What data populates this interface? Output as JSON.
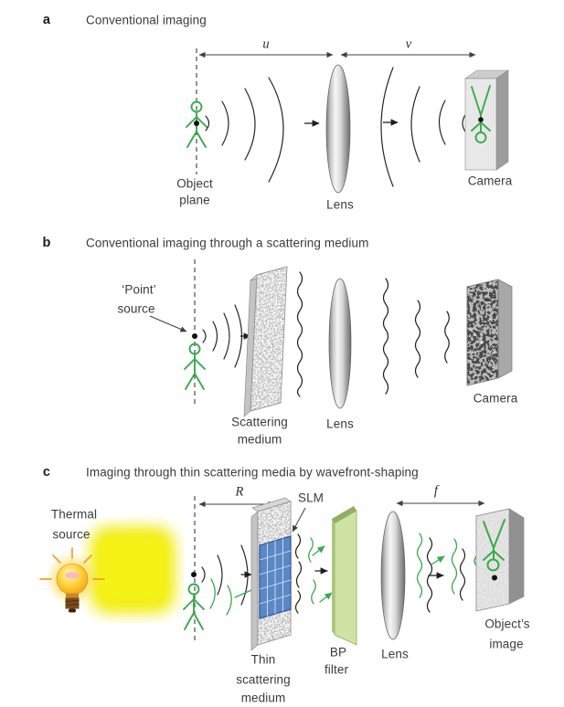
{
  "colors": {
    "accent_green": "#3aa94c",
    "slm_blue": "#5b87c5",
    "bp_filter_green": "#cfe3a5",
    "glow_yellow": "#f1ee16",
    "text": "#3b3b3b"
  },
  "panel_a": {
    "label": "a",
    "title": "Conventional imaging",
    "dim_u": "u",
    "dim_v": "v",
    "object_plane": [
      "Object",
      "plane"
    ],
    "lens": "Lens",
    "camera": "Camera"
  },
  "panel_b": {
    "label": "b",
    "title": "Conventional imaging through a scattering medium",
    "point_source": [
      "‘Point’",
      "source"
    ],
    "scattering_medium": [
      "Scattering",
      "medium"
    ],
    "lens": "Lens",
    "camera": "Camera"
  },
  "panel_c": {
    "label": "c",
    "title": "Imaging through thin scattering media by wavefront-shaping",
    "thermal_source": [
      "Thermal",
      "source"
    ],
    "dim_R": "R",
    "slm": "SLM",
    "thin_medium": [
      "Thin",
      "scattering",
      "medium"
    ],
    "bp_filter": [
      "BP",
      "filter"
    ],
    "lens": "Lens",
    "dim_f": "f",
    "objects_image": [
      "Object’s",
      "image"
    ]
  }
}
